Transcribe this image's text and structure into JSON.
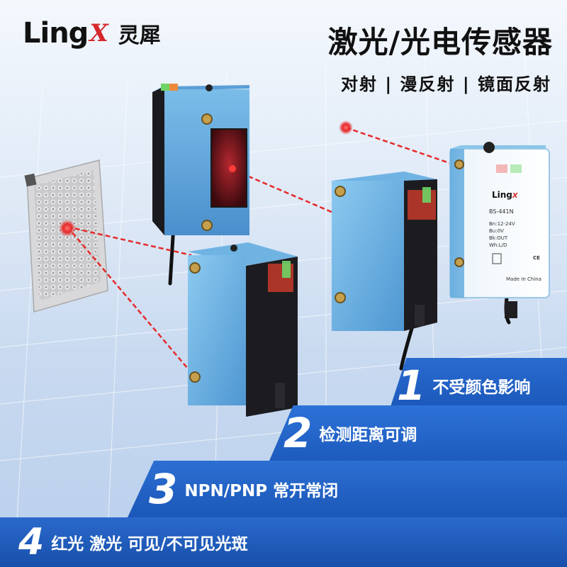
{
  "brand": {
    "logo_word": "Ling",
    "logo_mark": "X",
    "name_cn": "灵犀"
  },
  "header": {
    "title": "激光/光电传感器",
    "subtitle": "对射 | 漫反射 | 镜面反射"
  },
  "features": [
    {
      "num": "1",
      "text": "不受颜色影响"
    },
    {
      "num": "2",
      "text": "检测距离可调"
    },
    {
      "num": "3",
      "text": "NPN/PNP 常开常闭"
    },
    {
      "num": "4",
      "text": "红光 激光 可见/不可见光斑"
    }
  ],
  "product_label": {
    "logo_word": "Ling",
    "logo_mark": "X",
    "model": "BS-441N",
    "lines": [
      "Bn:12-24V",
      "Bu:0V",
      "Bk:OUT",
      "Wh:L/D"
    ],
    "ce": "CE",
    "made_in": "Made In China"
  },
  "colors": {
    "brand_red": "#d6272d",
    "sensor_blue": "#5ea8dd",
    "band_blue": "#1d5bbd",
    "laser_red": "#e52a2a"
  }
}
